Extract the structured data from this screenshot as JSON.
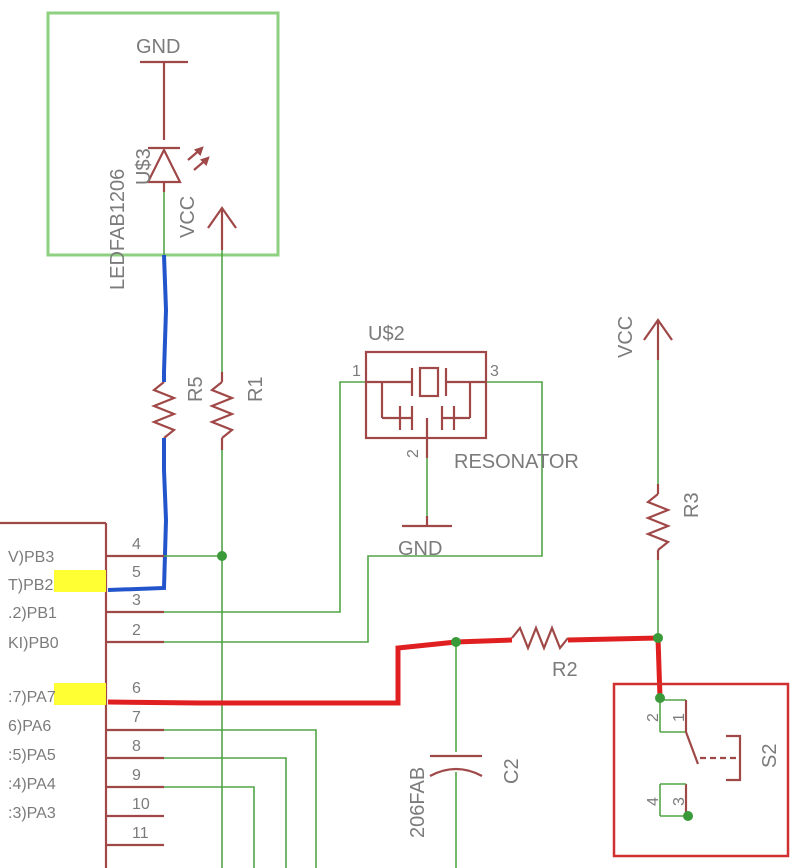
{
  "colors": {
    "symbol": "#a04848",
    "wire": "#52a447",
    "blue_trace": "#2255cc",
    "red_trace": "#e02020",
    "led_box": "#8ed080",
    "switch_box": "#d03030",
    "highlight": "#ffff33",
    "label": "#7b7b7b"
  },
  "labels": {
    "gnd_top": "GND",
    "led_name": "U$3",
    "led_value": "LEDFAB1206",
    "vcc_left": "VCC",
    "r5": "R5",
    "r1": "R1",
    "resonator_name": "U$2",
    "resonator_value": "RESONATOR",
    "res_pin1": "1",
    "res_pin2": "2",
    "res_pin3": "3",
    "gnd_mid": "GND",
    "vcc_right": "VCC",
    "r3": "R3",
    "r2": "R2",
    "c2": "C2",
    "c2_value": "206FAB",
    "s2": "S2",
    "sw_pin1": "1",
    "sw_pin2": "2",
    "sw_pin3": "3",
    "sw_pin4": "4"
  },
  "mcu_pins": [
    {
      "prefix": "V)",
      "name": "PB3",
      "highlight": false,
      "num": "4"
    },
    {
      "prefix": "T)",
      "name": "PB2",
      "highlight": true,
      "num": "5"
    },
    {
      "prefix": ".2)",
      "name": "PB1",
      "highlight": false,
      "num": "3"
    },
    {
      "prefix": "KI)",
      "name": "PB0",
      "highlight": false,
      "num": "2"
    },
    {
      "prefix": ":7)",
      "name": "PA7",
      "highlight": true,
      "num": "6"
    },
    {
      "prefix": "6)",
      "name": "PA6",
      "highlight": false,
      "num": "7"
    },
    {
      "prefix": ":5)",
      "name": "PA5",
      "highlight": false,
      "num": "8"
    },
    {
      "prefix": ":4)",
      "name": "PA4",
      "highlight": false,
      "num": "9"
    },
    {
      "prefix": ":3)",
      "name": "PA3",
      "highlight": false,
      "num": "10"
    },
    {
      "prefix": "",
      "name": "",
      "highlight": false,
      "num": "11"
    }
  ]
}
